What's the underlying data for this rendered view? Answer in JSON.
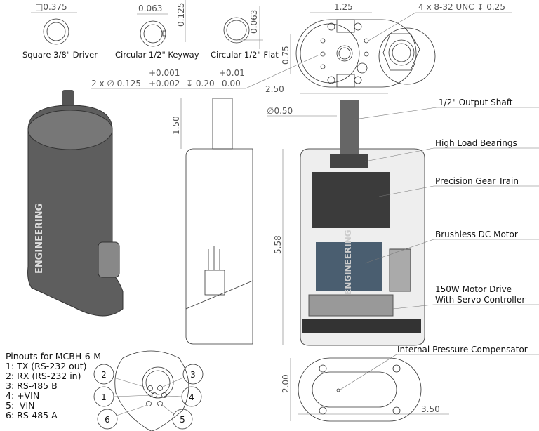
{
  "shaft_options": [
    {
      "label": "Square 3/8\" Driver",
      "dimension": "□0.375"
    },
    {
      "label": "Circular 1/2\" Keyway",
      "dimension": "0.063",
      "dimension2": "0.125"
    },
    {
      "label": "Circular 1/2\" Flat",
      "dimension": "0.063"
    }
  ],
  "tolerance": {
    "prefix": "2 x ∅ 0.125",
    "upper": "+0.001",
    "lower": "+0.002",
    "depth": "↧ 0.20",
    "upper2": "+0.01",
    "lower2": "0.00"
  },
  "top_view": {
    "width_dim": "1.25",
    "height_dim": "0.75",
    "thread_note": "4 x 8-32 UNC ↧ 0.25",
    "overall_dim": "2.50"
  },
  "side_view": {
    "shaft_length": "1.50"
  },
  "section_view": {
    "shaft_dia": "∅0.50",
    "height_dim": "5.58",
    "brand": "ENGINEERING"
  },
  "callouts": [
    "1/2\" Output Shaft",
    "High Load Bearings",
    "Precision Gear Train",
    "Brushless DC Motor",
    "150W Motor Drive",
    "With Servo Controller",
    "Internal Pressure Compensator"
  ],
  "bottom_view": {
    "height_dim": "2.00",
    "width_dim": "3.50"
  },
  "pinouts": {
    "title": "Pinouts for MCBH-6-M",
    "pins": [
      "1: TX (RS-232 out)",
      "2: RX (RS-232 in)",
      "3: RS-485 B",
      "4: +VIN",
      "5: -VIN",
      "6: RS-485 A"
    ],
    "numbers": [
      "1",
      "2",
      "3",
      "4",
      "5",
      "6"
    ]
  },
  "iso_view": {
    "brand": "ENGINEERING"
  }
}
